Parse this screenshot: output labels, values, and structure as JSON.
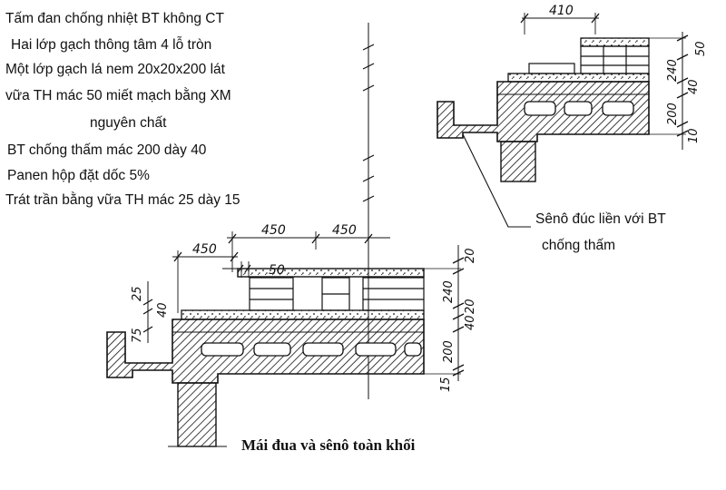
{
  "caption": "Mái đua và sênô toàn khối",
  "layers": [
    "Tấm đan chống nhiệt BT không CT",
    "Hai lớp gạch thông tâm 4 lỗ tròn",
    "Một lớp gạch lá nem 20x20x200 lát",
    "vữa TH mác 50 miết mạch bằng XM",
    "nguyên chất",
    "BT chống thấm mác 200 dày 40",
    "Panen hộp đặt dốc 5%",
    "Trát trần bằng vữa TH mác 25 dày 15"
  ],
  "callout": {
    "line1": "Sênô đúc liền với BT",
    "line2": "chống thấm"
  },
  "dims_main": {
    "top_450_a": "450",
    "top_450_b": "450",
    "left_450": "450",
    "w50": "50",
    "v25": "25",
    "v40": "40",
    "v75": "75",
    "v15": "15",
    "r20_top": "20",
    "r240": "240",
    "r40": "40",
    "r20_b": "20",
    "r200": "200"
  },
  "dims_detail": {
    "top_410": "410",
    "r50": "50",
    "r240": "240",
    "r40": "40",
    "r200": "200",
    "r10": "10"
  },
  "colors": {
    "ink": "#111111",
    "paper": "#ffffff"
  }
}
